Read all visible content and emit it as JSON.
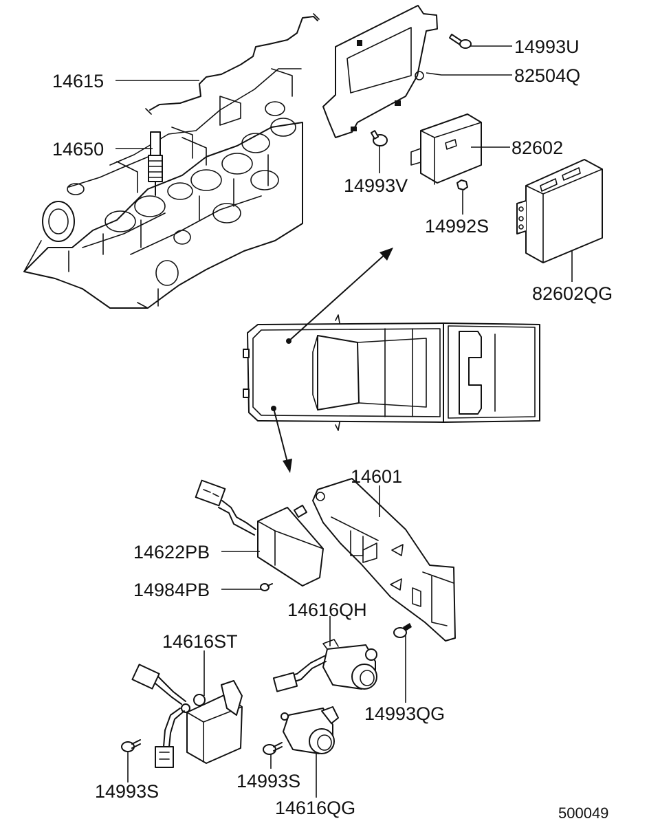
{
  "diagram": {
    "part_labels": {
      "p14615": "14615",
      "p14650": "14650",
      "p14993U": "14993U",
      "p82504Q": "82504Q",
      "p82602": "82602",
      "p14993V": "14993V",
      "p14992S": "14992S",
      "p82602QG": "82602QG",
      "p14601": "14601",
      "p14622PB": "14622PB",
      "p14984PB": "14984PB",
      "p14616QH": "14616QH",
      "p14616ST": "14616ST",
      "p14993QG": "14993QG",
      "p14993S_left": "14993S",
      "p14993S_mid": "14993S",
      "p14616QG": "14616QG"
    },
    "reference_code": "500049"
  },
  "colors": {
    "line": "#111111",
    "background": "#ffffff"
  }
}
